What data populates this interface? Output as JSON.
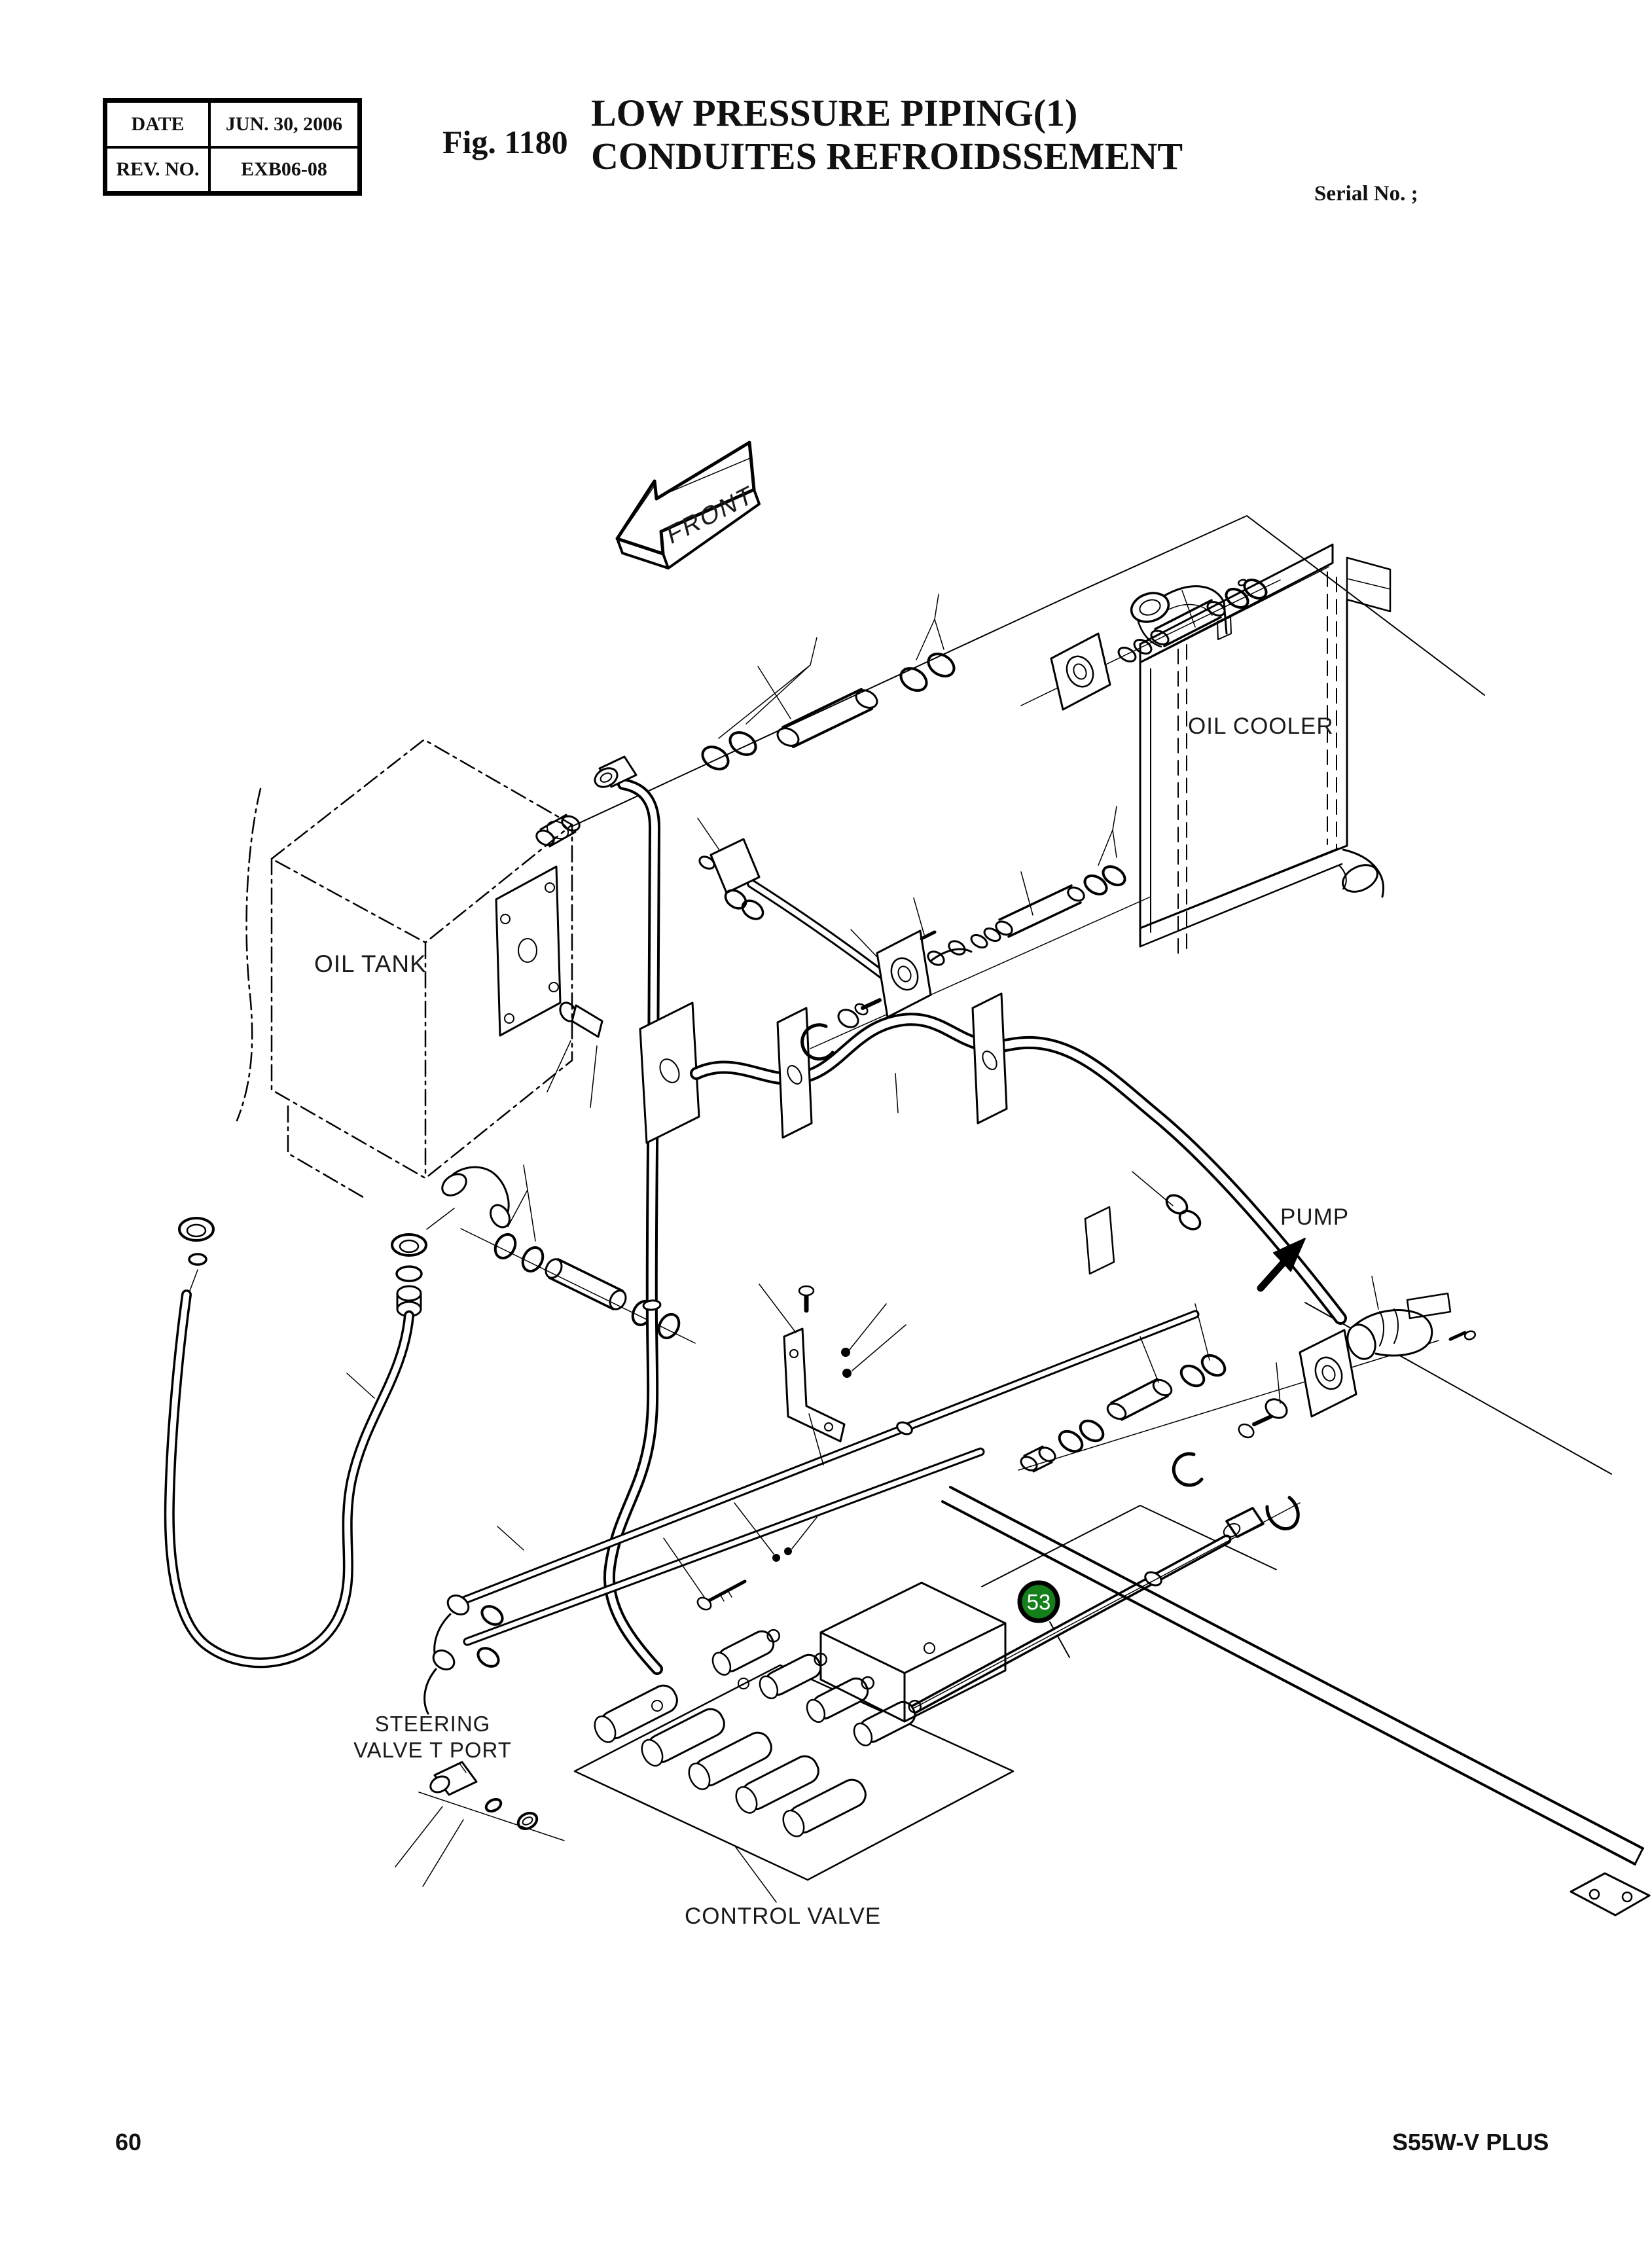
{
  "header": {
    "table": {
      "rows": [
        {
          "label": "DATE",
          "value": "JUN. 30, 2006"
        },
        {
          "label": "REV. NO.",
          "value": "EXB06-08"
        }
      ]
    },
    "figure_no": "Fig. 1180",
    "title_line1": "LOW PRESSURE PIPING(1)",
    "title_line2": "CONDUITES REFROIDSSEMENT",
    "serial": "Serial No. ;"
  },
  "diagram": {
    "labels": {
      "front": "FRONT",
      "oil_cooler": "OIL COOLER",
      "oil_tank": "OIL TANK",
      "pump": "PUMP",
      "steering_line1": "STEERING",
      "steering_line2": "VALVE T PORT",
      "control_valve": "CONTROL VALVE"
    },
    "callout": {
      "number": "53",
      "fill_color": "#15801b",
      "text_color": "#ffffff"
    },
    "line_color": "#000000"
  },
  "footer": {
    "page_number": "60",
    "model": "S55W-V PLUS"
  }
}
